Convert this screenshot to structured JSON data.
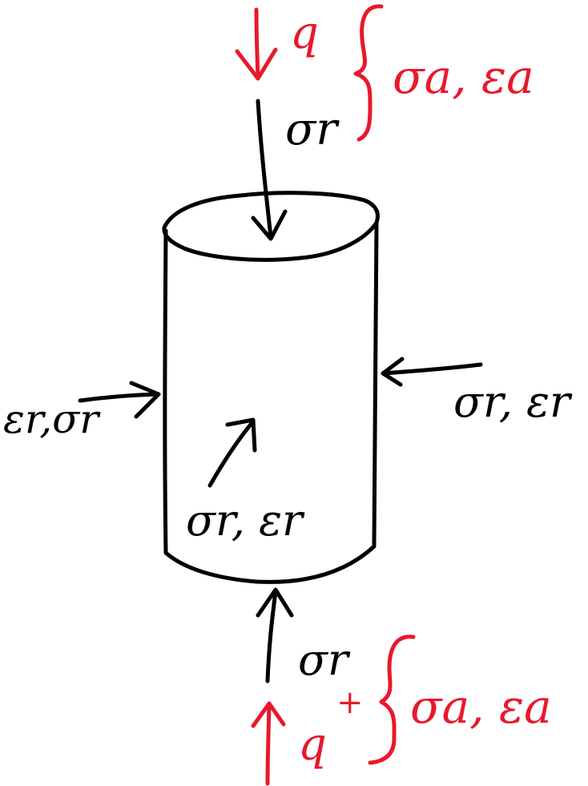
{
  "colors": {
    "ink": "#000000",
    "accent": "#e8192c"
  },
  "labels": {
    "q_top": "q",
    "axial_top": "σa, εa",
    "radial_top": "σr",
    "left": "εr,σr",
    "right": "σr, εr",
    "inner": "σr, εr",
    "radial_bottom": "σr",
    "q_bottom": "q",
    "q_bottom_sup": "+",
    "axial_bottom": "σa, εa"
  }
}
